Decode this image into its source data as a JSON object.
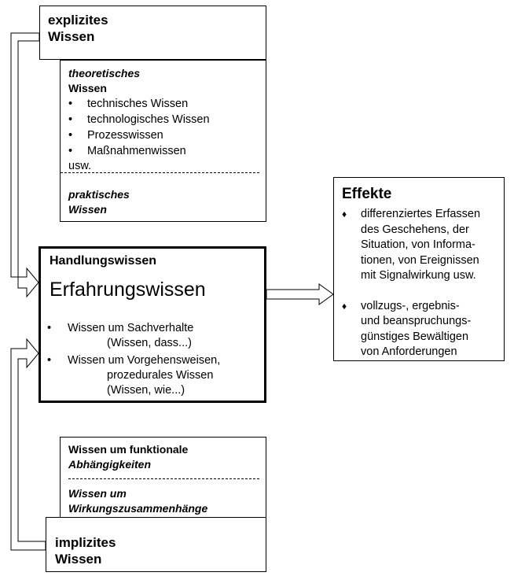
{
  "explizit": {
    "title_line1": "explizites",
    "title_line2": "Wissen"
  },
  "theoretisch": {
    "heading_line1": "theoretisches",
    "heading_line2": "Wissen",
    "items": [
      "technisches Wissen",
      "technologisches Wissen",
      "Prozesswissen",
      "Maßnahmenwissen"
    ],
    "etc": "usw.",
    "practical_line1": "praktisches",
    "practical_line2": "Wissen"
  },
  "handlung": {
    "title": "Handlungswissen",
    "subtitle": "Erfahrungswissen",
    "item1_line1": "Wissen um Sachverhalte",
    "item1_line2": "(Wissen, dass...)",
    "item2_line1": "Wissen um Vorgehensweisen,",
    "item2_line2": "prozedurales Wissen",
    "item2_line3": "(Wissen, wie...)"
  },
  "effekte": {
    "title": "Effekte",
    "item1": [
      "differenziertes Erfassen",
      "des Geschehens, der",
      "Situation, von Informa-",
      "tionen, von Ereignissen",
      "mit Signalwirkung usw."
    ],
    "item2": [
      "vollzugs-, ergebnis-",
      "und beanspruchungs-",
      "günstiges Bewältigen",
      "von Anforderungen"
    ]
  },
  "funktional": {
    "line1": "Wissen um funktionale",
    "line2": "Abhängigkeiten",
    "line3": "Wissen um",
    "line4": "Wirkungszusammenhänge"
  },
  "implizit": {
    "title_line1": "implizites",
    "title_line2": "Wissen"
  },
  "glyphs": {
    "bullet": "•",
    "diamond": "♦"
  }
}
